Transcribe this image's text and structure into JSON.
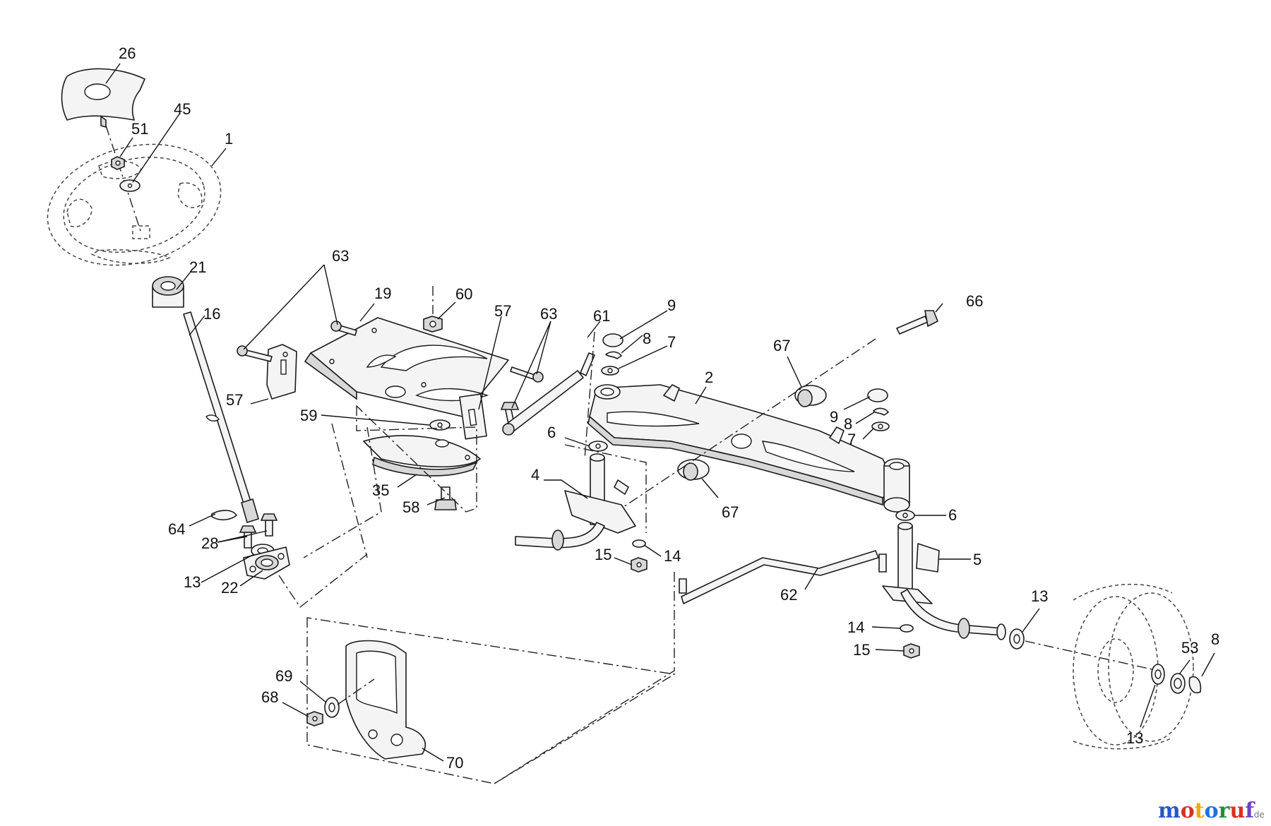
{
  "diagram": {
    "callouts": {
      "c1": "1",
      "c2": "2",
      "c4": "4",
      "c5": "5",
      "c6a": "6",
      "c6b": "6",
      "c7a": "7",
      "c7b": "7",
      "c8a": "8",
      "c8b": "8",
      "c8c": "8",
      "c9a": "9",
      "c9b": "9",
      "c13a": "13",
      "c13b": "13",
      "c13c": "13",
      "c14a": "14",
      "c14b": "14",
      "c15a": "15",
      "c15b": "15",
      "c16": "16",
      "c19": "19",
      "c21": "21",
      "c22": "22",
      "c26": "26",
      "c28": "28",
      "c35": "35",
      "c45": "45",
      "c51": "51",
      "c53": "53",
      "c57a": "57",
      "c57b": "57",
      "c58": "58",
      "c59": "59",
      "c60": "60",
      "c61": "61",
      "c62": "62",
      "c63a": "63",
      "c63b": "63",
      "c64": "64",
      "c66": "66",
      "c67a": "67",
      "c67b": "67",
      "c68": "68",
      "c69": "69",
      "c70": "70"
    }
  },
  "watermark": {
    "letters": [
      "m",
      "o",
      "t",
      "o",
      "r",
      "u",
      "f"
    ],
    "suffix": ".de",
    "colors": [
      "#2a56c6",
      "#d93025",
      "#f2a900",
      "#1a73e8",
      "#1e8e3e",
      "#d93025",
      "#6f42c1"
    ]
  }
}
